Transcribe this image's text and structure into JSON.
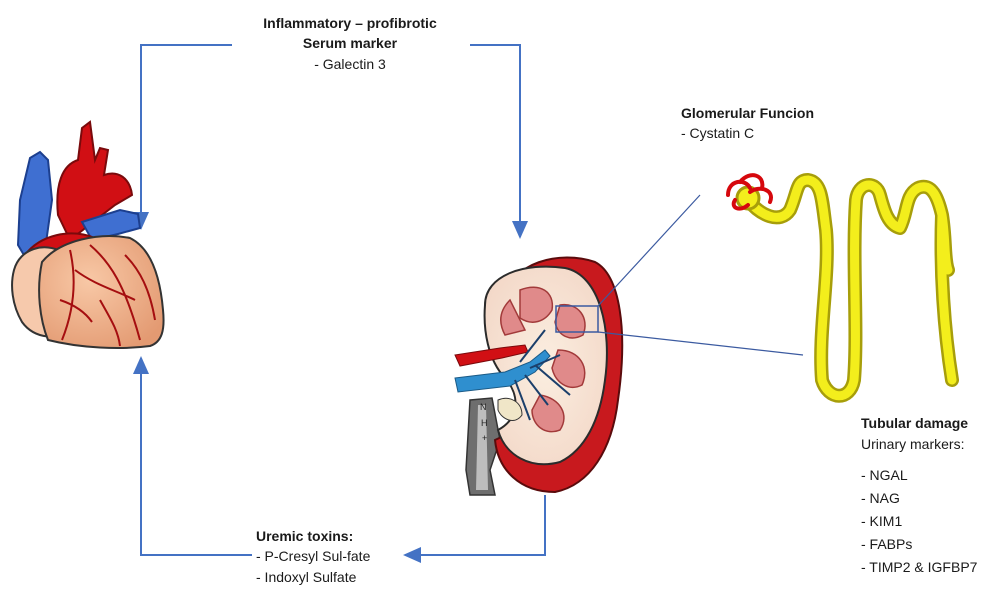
{
  "serum_block": {
    "title_line1": "Inflammatory – profibrotic",
    "title_line2": "Serum marker",
    "item": "- Galectin 3"
  },
  "glomerular_block": {
    "title": "Glomerular Funcion",
    "item": "- Cystatin C"
  },
  "tubular_block": {
    "title": "Tubular damage",
    "subtitle": "Urinary markers:",
    "items": [
      "- NGAL",
      "- NAG",
      "- KIM1",
      "- FABPs",
      "- TIMP2 & IGFBP7"
    ]
  },
  "uremic_block": {
    "title": "Uremic toxins:",
    "items": [
      "- P-Cresyl Sul-fate",
      "- Indoxyl Sulfate"
    ]
  },
  "kidney_labels": [
    "N",
    "H",
    "+"
  ],
  "colors": {
    "arrow": "#4472c4",
    "heart_red": "#d10f14",
    "heart_blue": "#3f6fd1",
    "heart_skin": "#f2b08a",
    "kidney_red": "#c8191e",
    "nephron_yellow": "#f3ee1c"
  }
}
